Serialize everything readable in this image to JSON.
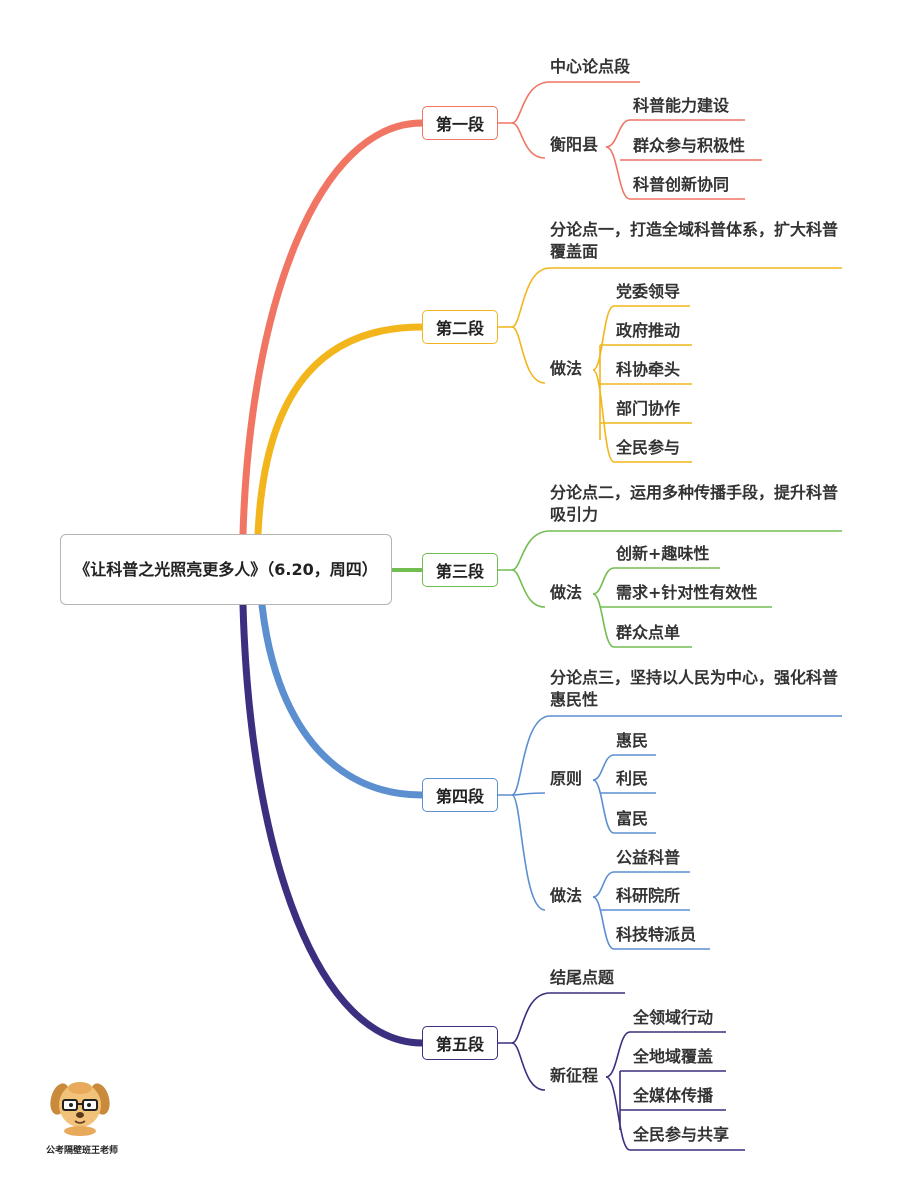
{
  "title": "《让科普之光照亮更多人》（6.20，周四）",
  "colors": {
    "s1": "#f07563",
    "s2": "#f2b61c",
    "s3": "#72bd50",
    "s4": "#5b8fd0",
    "s5": "#3b2f80"
  },
  "sections": [
    {
      "name": "第一段",
      "a": "中心论点段",
      "b": "衡阳县",
      "b_items": [
        "科普能力建设",
        "群众参与积极性",
        "科普创新协同"
      ]
    },
    {
      "name": "第二段",
      "a": "分论点一，打造全域科普体系，扩大科普覆盖面",
      "b": "做法",
      "b_items": [
        "党委领导",
        "政府推动",
        "科协牵头",
        "部门协作",
        "全民参与"
      ]
    },
    {
      "name": "第三段",
      "a": "分论点二，运用多种传播手段，提升科普吸引力",
      "b": "做法",
      "b_items": [
        "创新+趣味性",
        "需求+针对性有效性",
        "群众点单"
      ]
    },
    {
      "name": "第四段",
      "a": "分论点三，坚持以人民为中心，强化科普惠民性",
      "b": "原则",
      "b_items": [
        "惠民",
        "利民",
        "富民"
      ],
      "c": "做法",
      "c_items": [
        "公益科普",
        "科研院所",
        "科技特派员"
      ]
    },
    {
      "name": "第五段",
      "a": "结尾点题",
      "b": "新征程",
      "b_items": [
        "全领域行动",
        "全地域覆盖",
        "全媒体传播",
        "全民参与共享"
      ]
    }
  ],
  "logo": {
    "caption": "公考隔壁班王老师",
    "icon": "dog-teacher-mascot-icon"
  }
}
